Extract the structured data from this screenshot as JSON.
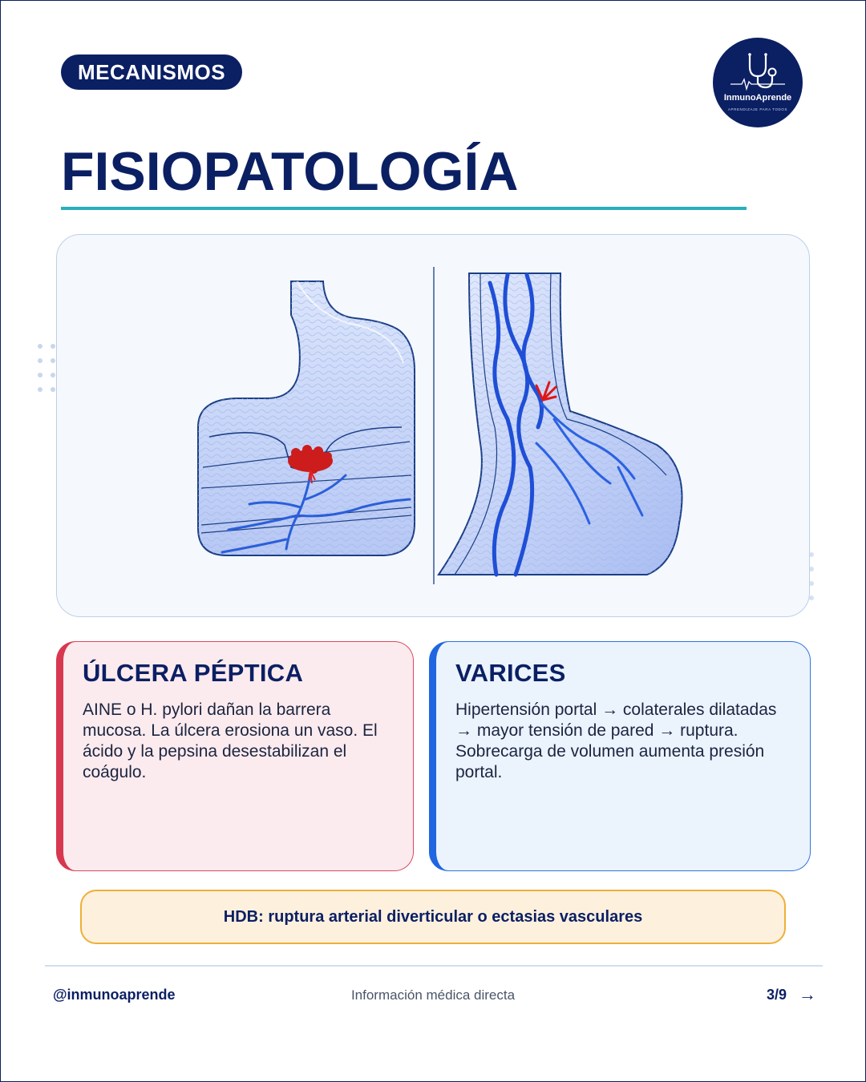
{
  "header": {
    "section_label": "MECANISMOS",
    "title": "FISIOPATOLOGÍA",
    "logo": {
      "name": "InmunoAprende",
      "tagline": "APRENDIZAJE PARA TODOS",
      "icon": "stethoscope-icon"
    }
  },
  "illustration": {
    "left_panel": "peptic-ulcer-bleeding-illustration",
    "right_panel": "esophageal-varices-illustration"
  },
  "cards": [
    {
      "title": "ÚLCERA PÉPTICA",
      "body": "AINE o H. pylori dañan la barrera mucosa. La úlcera erosiona un vaso. El ácido y la pepsina desestabilizan el coágulo.",
      "accent": "#d8384f"
    },
    {
      "title": "VARICES",
      "body": "Hipertensión portal → colaterales dilatadas → mayor tensión de pared → ruptura. Sobrecarga de volumen aumenta presión portal.",
      "accent": "#1f66e0"
    }
  ],
  "note": {
    "text": "HDB: ruptura arterial diverticular o ectasias vasculares",
    "accent": "#eeaf37"
  },
  "footer": {
    "handle": "@inmunoaprende",
    "tagline": "Información médica directa",
    "page": "3/9",
    "next_arrow": "→"
  },
  "colors": {
    "navy": "#0b1f63",
    "teal_rule": "#29aebc"
  }
}
